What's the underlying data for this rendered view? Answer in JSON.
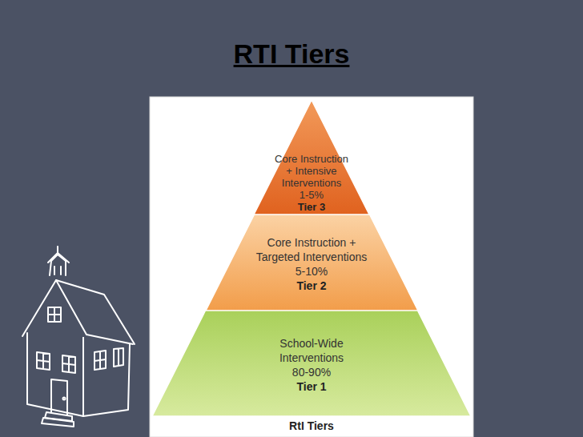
{
  "diagram": {
    "title": "RTI Tiers",
    "caption": "RtI Tiers",
    "nodes": [
      {
        "text": [
          "Core Instruction + Intensive Interventions",
          "1-5%",
          "Tier 3"
        ]
      },
      {
        "text": [
          "Core Instruction + Targeted Interventions",
          "5-10%",
          "Tier 2"
        ]
      },
      {
        "text": [
          "School-Wide Interventions",
          "80-90%",
          "Tier 1"
        ]
      }
    ]
  }
}
